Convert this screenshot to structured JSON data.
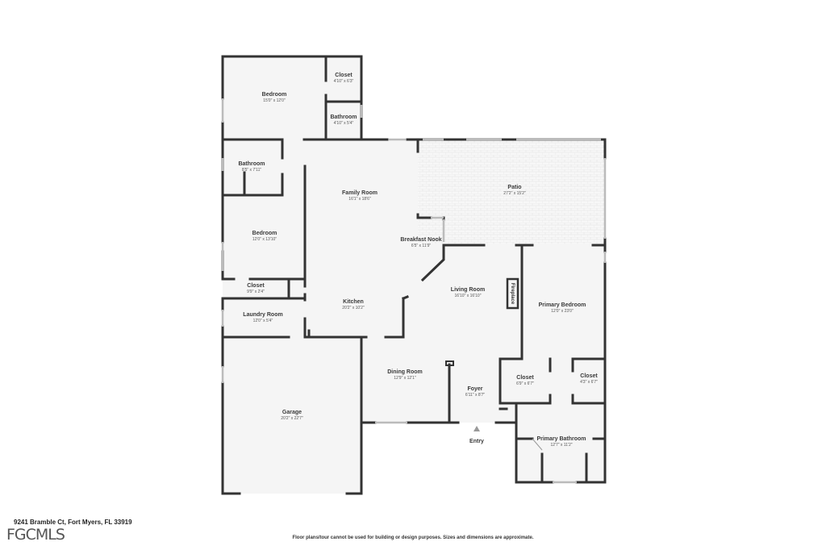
{
  "floorplan": {
    "address": "9241 Bramble Ct, Fort Myers, FL 33919",
    "logo": "FGCMLS",
    "disclaimer": "Floor plans/tour cannot be used for building or design purposes. Sizes and dimensions are approximate.",
    "entry_label": "Entry",
    "fireplace_label": "Fireplace",
    "colors": {
      "wall": "#333333",
      "floor": "#f5f5f5",
      "window": "#cccccc",
      "patio_pattern": "#e6e6e6",
      "background": "#ffffff"
    },
    "rooms": [
      {
        "name": "Bedroom",
        "dims": "15'0\" x 12'0\""
      },
      {
        "name": "Closet",
        "dims": "4'10\" x 6'3\""
      },
      {
        "name": "Bathroom",
        "dims": "4'10\" x 5'4\""
      },
      {
        "name": "Bathroom",
        "dims": "8'5\" x 7'11\""
      },
      {
        "name": "Bedroom",
        "dims": "12'0\" x 13'10\""
      },
      {
        "name": "Closet",
        "dims": "9'9\" x 2'4\""
      },
      {
        "name": "Laundry Room",
        "dims": "12'0\" x 5'4\""
      },
      {
        "name": "Family Room",
        "dims": "16'1\" x 18'6\""
      },
      {
        "name": "Patio",
        "dims": "27'2\" x 15'2\""
      },
      {
        "name": "Breakfast Nook",
        "dims": "6'5\" x 11'9\""
      },
      {
        "name": "Kitchen",
        "dims": "20'2\" x 10'2\""
      },
      {
        "name": "Living Room",
        "dims": "16'10\" x 16'10\""
      },
      {
        "name": "Primary Bedroom",
        "dims": "12'0\" x 23'0\""
      },
      {
        "name": "Dining Room",
        "dims": "12'9\" x 12'1\""
      },
      {
        "name": "Foyer",
        "dims": "6'11\" x 8'7\""
      },
      {
        "name": "Closet",
        "dims": "6'9\" x 6'7\""
      },
      {
        "name": "Closet",
        "dims": "4'3\" x 6'7\""
      },
      {
        "name": "Primary Bathroom",
        "dims": "12'7\" x 11'2\""
      },
      {
        "name": "Garage",
        "dims": "20'2\" x 22'7\""
      }
    ]
  }
}
